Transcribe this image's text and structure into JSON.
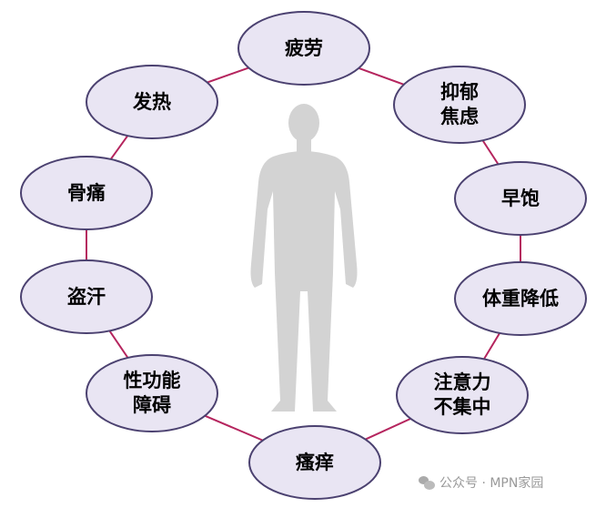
{
  "diagram": {
    "center_figure": "human-body-silhouette",
    "nodes": [
      {
        "label": "疲劳"
      },
      {
        "label": "抑郁\n焦虑"
      },
      {
        "label": "早饱"
      },
      {
        "label": "体重降低"
      },
      {
        "label": "注意力\n不集中"
      },
      {
        "label": "瘙痒"
      },
      {
        "label": "性功能\n障碍"
      },
      {
        "label": "盗汗"
      },
      {
        "label": "骨痛"
      },
      {
        "label": "发热"
      }
    ],
    "colors": {
      "ellipse_fill": "#e9e5f3",
      "ellipse_stroke": "#4b4170",
      "ring_line": "#b5255e",
      "figure": "#d3d3d3"
    }
  },
  "watermark": {
    "text": "公众号 · MPN家园"
  }
}
